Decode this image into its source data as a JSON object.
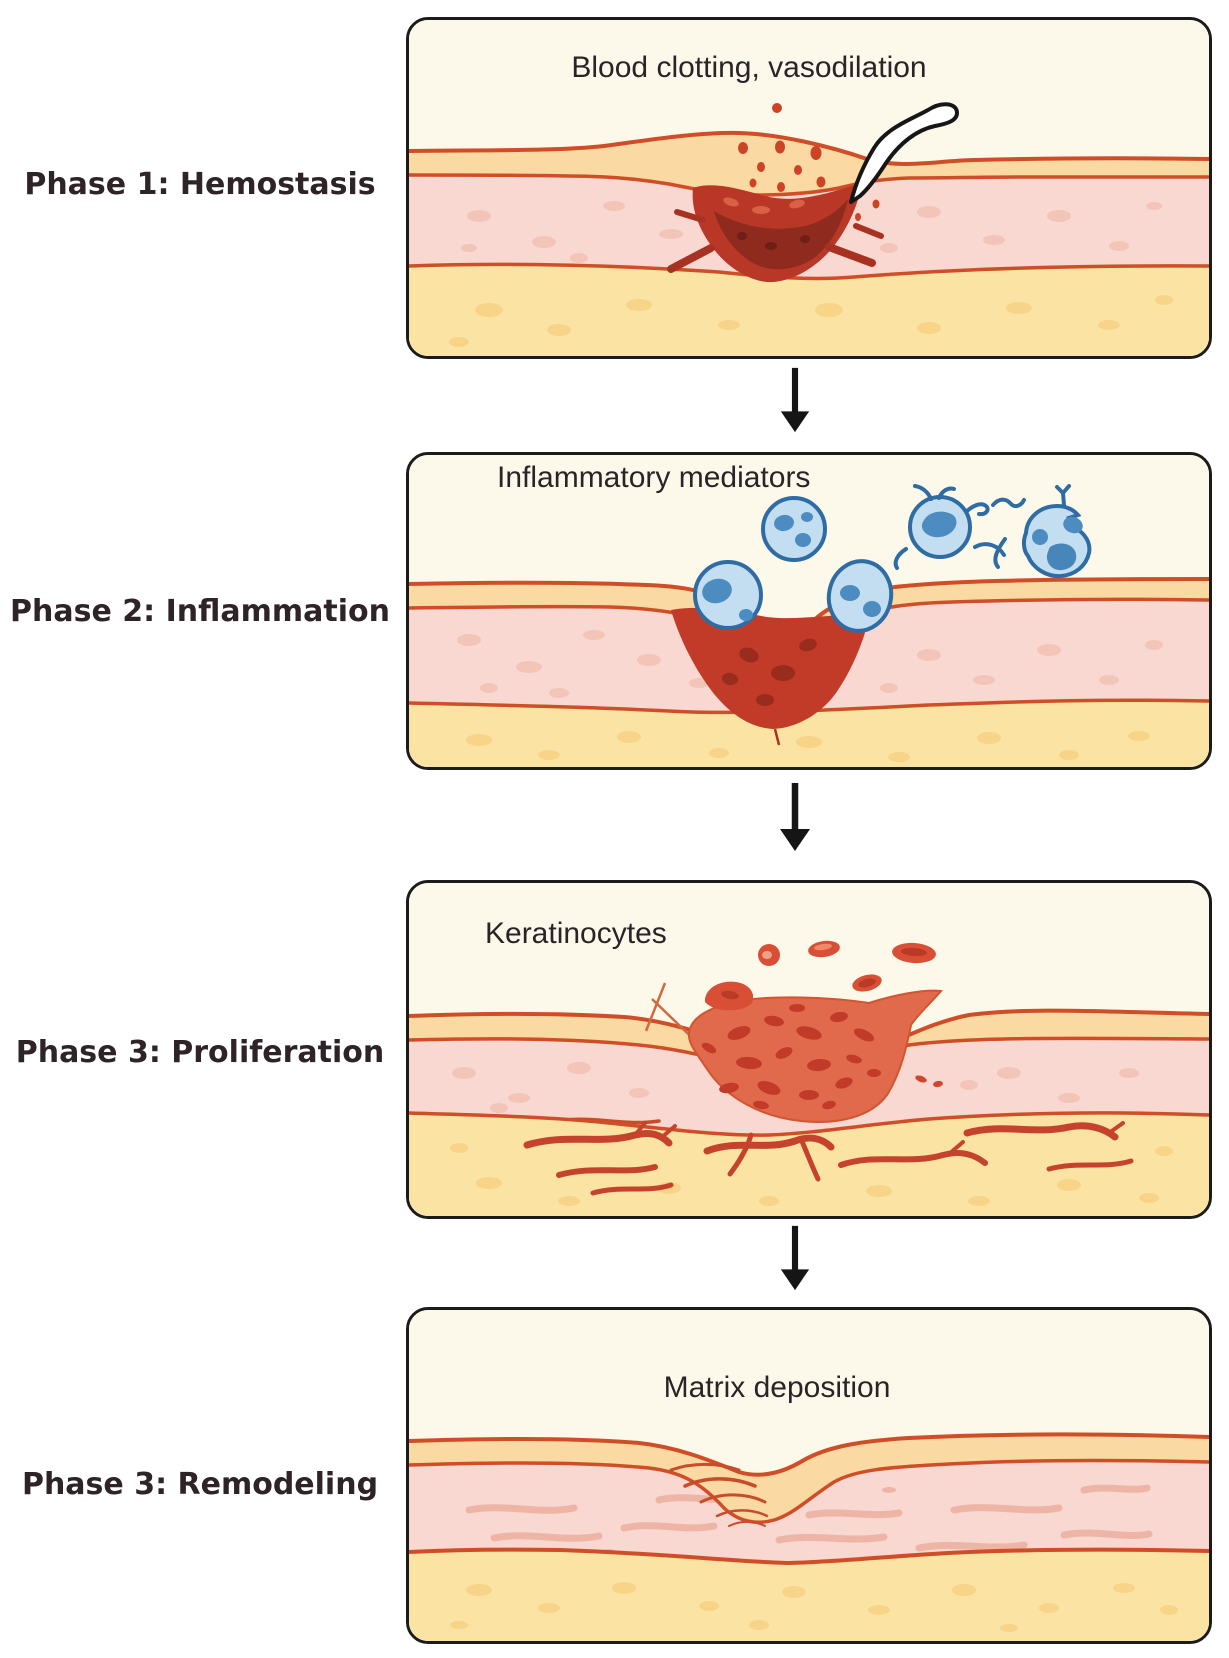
{
  "phases": [
    {
      "label": "Phase 1: Hemostasis",
      "panel_title": "Blood clotting, vasodilation"
    },
    {
      "label": "Phase 2: Inflammation",
      "panel_title": "Inflammatory mediators"
    },
    {
      "label": "Phase 3: Proliferation",
      "panel_title": "Keratinocytes"
    },
    {
      "label": "Phase 3: Remodeling",
      "panel_title": "Matrix deposition"
    }
  ],
  "icons": {
    "between_panels": "down-arrow-icon"
  },
  "colors": {
    "label_text": "#2e2327",
    "panel_title_text": "#2a2428",
    "panel_background": "#fdf9ea",
    "panel_border": "#1b1b1b",
    "epidermis": "#fbd9a3",
    "skin_line": "#cf4e27",
    "dermis": "#f8d8d0",
    "dermis_speckle": "#f3c4b8",
    "subcutis": "#fbe3a4",
    "subcutis_blob": "#f7d488",
    "clot_red": "#b93726",
    "clot_dark": "#8e2a1e",
    "granulation": "#e16a4d",
    "granulation_cell": "#c23a28",
    "vessel_red": "#c5432d",
    "immune_cell_fill": "#c3ddf1",
    "immune_cell_outline": "#2f6ca4",
    "immune_cell_nucleus": "#4d8cc0",
    "matrix_fiber": "#eeb5a6",
    "wrinkle_line": "#c64c2a",
    "arrow": "#151515"
  }
}
